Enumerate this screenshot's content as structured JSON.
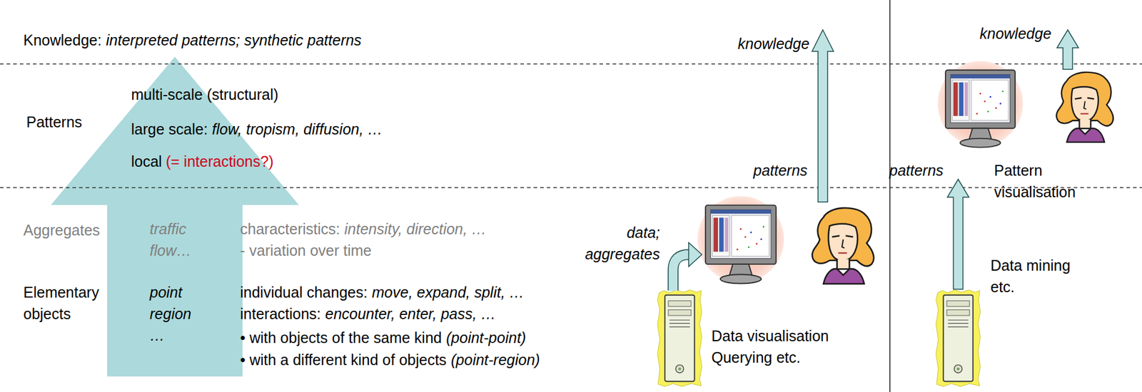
{
  "diagram": {
    "labels": [
      "Knowledge:",
      "interpreted patterns; synthetic patterns",
      "knowledge",
      "knowledge",
      "multi-scale (structural)",
      "Patterns",
      "large scale:",
      "flow, tropism, diffusion, …",
      "local",
      "(= interactions?)",
      "patterns",
      "patterns",
      "Pattern visualisation",
      "Aggregates",
      "traffic flow…",
      "characteristics:",
      "intensity, direction, …",
      "data; aggregates",
      "- variation over time",
      "Data mining etc.",
      "Elementary objects",
      "point region …",
      "individual changes:",
      "move, expand, split, …",
      "interactions:",
      "encounter, enter, pass, …",
      "• with objects of the same kind",
      "(point-point)",
      "• with a different kind of objects",
      "(point-region)",
      "Data visualisation Querying etc."
    ]
  }
}
